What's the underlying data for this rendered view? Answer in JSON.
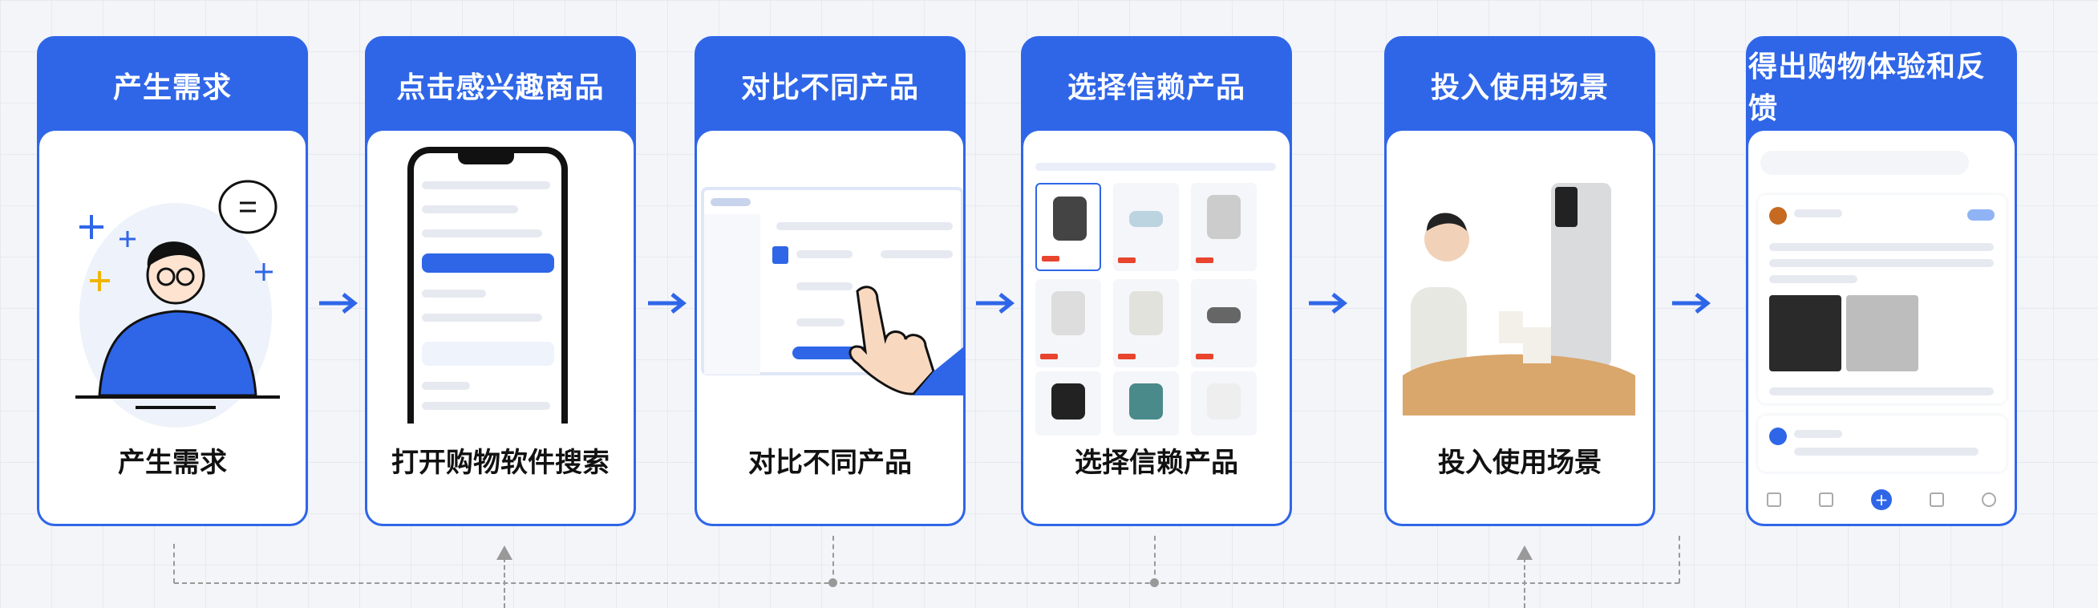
{
  "steps": [
    {
      "title": "产生需求",
      "label": "产生需求",
      "illustration": "thinking-person"
    },
    {
      "title": "点击感兴趣商品",
      "label": "打开购物软件搜索",
      "illustration": "phone-app"
    },
    {
      "title": "对比不同产品",
      "label": "对比不同产品",
      "illustration": "compare-dashboard"
    },
    {
      "title": "选择信赖产品",
      "label": "选择信赖产品",
      "illustration": "product-grid"
    },
    {
      "title": "投入使用场景",
      "label": "投入使用场景",
      "illustration": "woman-using-appliance"
    },
    {
      "title": "得出购物体验和反馈",
      "label": "",
      "illustration": "review-feed"
    }
  ],
  "colors": {
    "accent": "#2f66e8",
    "background": "#f3f5f9",
    "price": "#e8442e"
  }
}
